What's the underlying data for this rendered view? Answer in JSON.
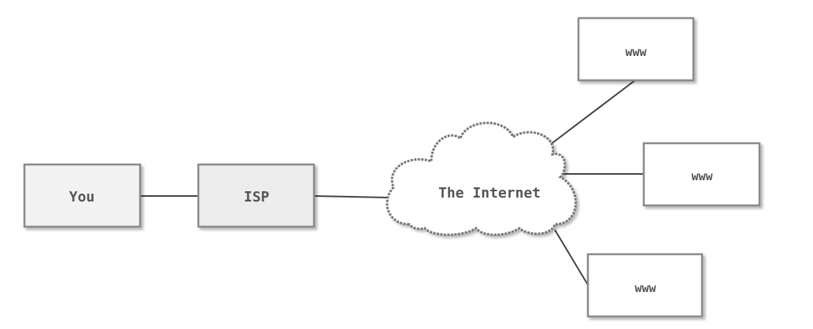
{
  "nodes": {
    "you": {
      "label": "You"
    },
    "isp": {
      "label": "ISP"
    },
    "internet": {
      "label": "The Internet"
    },
    "www_top": {
      "label": "www"
    },
    "www_middle": {
      "label": "www"
    },
    "www_bottom": {
      "label": "www"
    }
  },
  "colors": {
    "box_fill": "#f3f3f3",
    "isp_fill": "#ededed",
    "box_stroke": "#8a8a8a",
    "shadow": "#c8c8c8",
    "line": "#444444",
    "text": "#555555",
    "cloud_stroke": "#777777"
  }
}
